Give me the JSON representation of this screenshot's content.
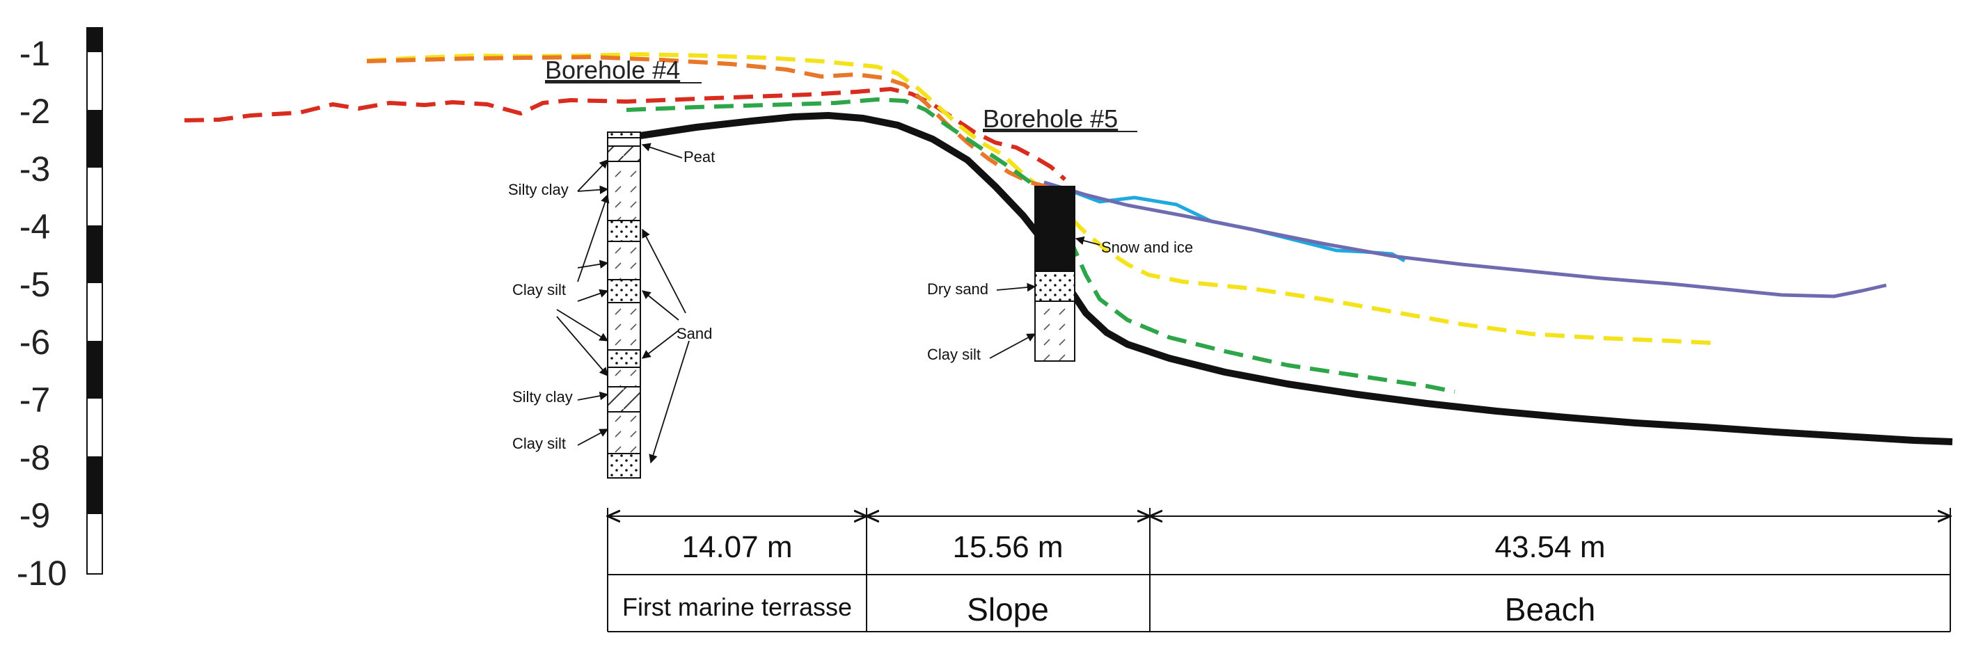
{
  "scale": {
    "ticks": [
      "-1",
      "-2",
      "-3",
      "-4",
      "-5",
      "-6",
      "-7",
      "-8",
      "-9",
      "-10"
    ]
  },
  "boreholes": {
    "bh4_label": "Borehole #4",
    "bh5_label": "Borehole #5"
  },
  "callouts": {
    "peat": "Peat",
    "silty_clay_1": "Silty clay",
    "clay_silt_1": "Clay silt",
    "sand": "Sand",
    "silty_clay_2": "Silty clay",
    "clay_silt_2": "Clay silt",
    "snow_ice": "Snow and ice",
    "dry_sand": "Dry sand",
    "clay_silt_bh5": "Clay silt"
  },
  "sections": [
    {
      "distance": "14.07 m",
      "zone": "First marine terrasse"
    },
    {
      "distance": "15.56 m",
      "zone": "Slope"
    },
    {
      "distance": "43.54 m",
      "zone": "Beach"
    }
  ],
  "colors": {
    "ground": "#111111",
    "red": "#d92b1e",
    "orange": "#e8772a",
    "yellow": "#f4e21b",
    "green": "#2da548",
    "blue": "#1fa9e1",
    "purple": "#6f6bb0"
  }
}
